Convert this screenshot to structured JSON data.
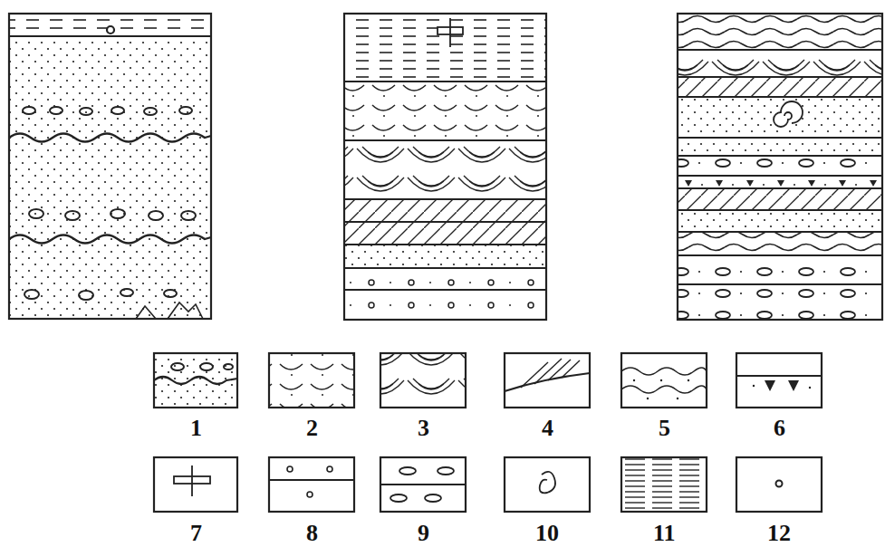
{
  "diagram": {
    "legend": [
      {
        "text": "1"
      },
      {
        "text": "2"
      },
      {
        "text": "3"
      },
      {
        "text": "4"
      },
      {
        "text": "5"
      },
      {
        "text": "6"
      },
      {
        "text": "7"
      },
      {
        "text": "8"
      },
      {
        "text": "9"
      },
      {
        "text": "10"
      },
      {
        "text": "11"
      },
      {
        "text": "12"
      }
    ]
  }
}
